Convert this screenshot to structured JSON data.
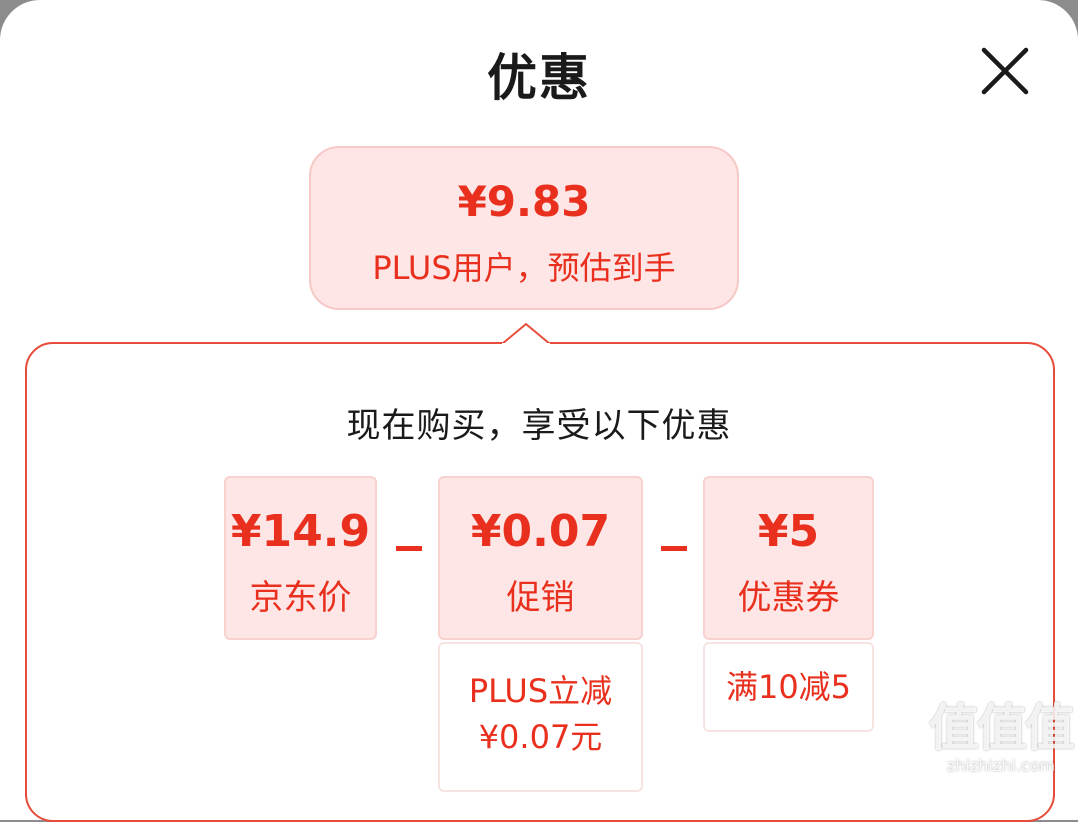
{
  "header": {
    "title": "优惠",
    "close_icon": "close-icon"
  },
  "estimate": {
    "price": "¥9.83",
    "label": "PLUS用户，预估到手"
  },
  "panel": {
    "subtitle": "现在购买，享受以下优惠",
    "items": [
      {
        "amount": "¥14.9",
        "label": "京东价"
      },
      {
        "amount": "¥0.07",
        "label": "促销",
        "detail": "PLUS立减\n¥0.07元"
      },
      {
        "amount": "¥5",
        "label": "优惠券",
        "detail": "满10减5"
      }
    ],
    "operators": [
      "-",
      "-"
    ]
  },
  "watermark": {
    "glyphs": "值值值",
    "url": "zhizhizhi.com"
  },
  "colors": {
    "accent": "#e9301e",
    "card_bg": "#fde6e5",
    "panel_border": "#e74b3a"
  }
}
